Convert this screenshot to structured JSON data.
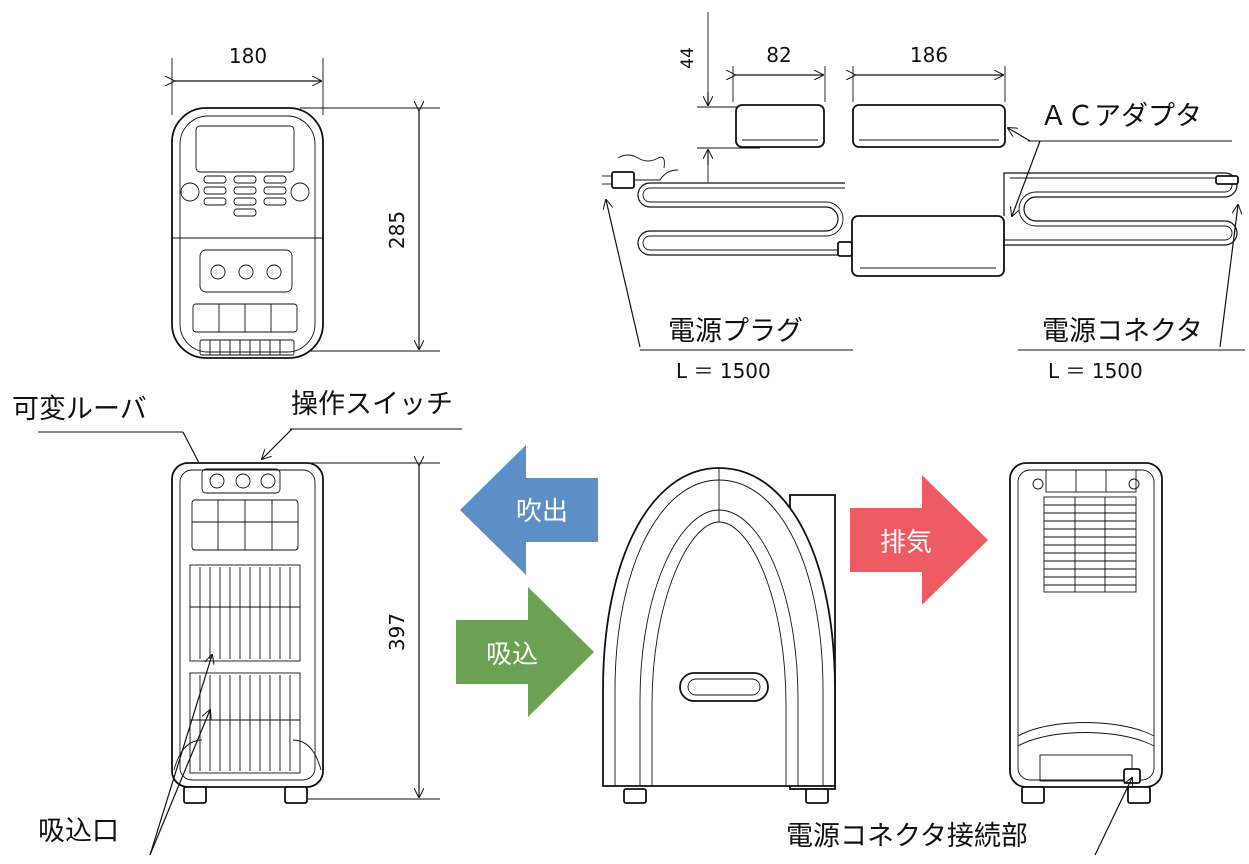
{
  "dimensions": {
    "top_width": "180",
    "top_height": "285",
    "side_height": "397",
    "adapter_thickness": "44",
    "adapter_width_small": "82",
    "adapter_width_large": "186"
  },
  "labels": {
    "ac_adapter": "ＡＣアダプタ",
    "power_plug": "電源プラグ",
    "power_plug_length": "L ＝ 1500",
    "power_connector": "電源コネクタ",
    "power_connector_length": "L ＝ 1500",
    "variable_louver": "可変ルーバ",
    "operation_switch": "操作スイッチ",
    "intake_port": "吸込口",
    "connector_socket": "電源コネクタ接続部"
  },
  "arrows": {
    "outlet": "吹出",
    "intake": "吸込",
    "exhaust": "排気"
  },
  "colors": {
    "outlet_arrow": "#5b8fc6",
    "intake_arrow": "#6aa153",
    "exhaust_arrow": "#ee5b62",
    "line": "#111111"
  }
}
